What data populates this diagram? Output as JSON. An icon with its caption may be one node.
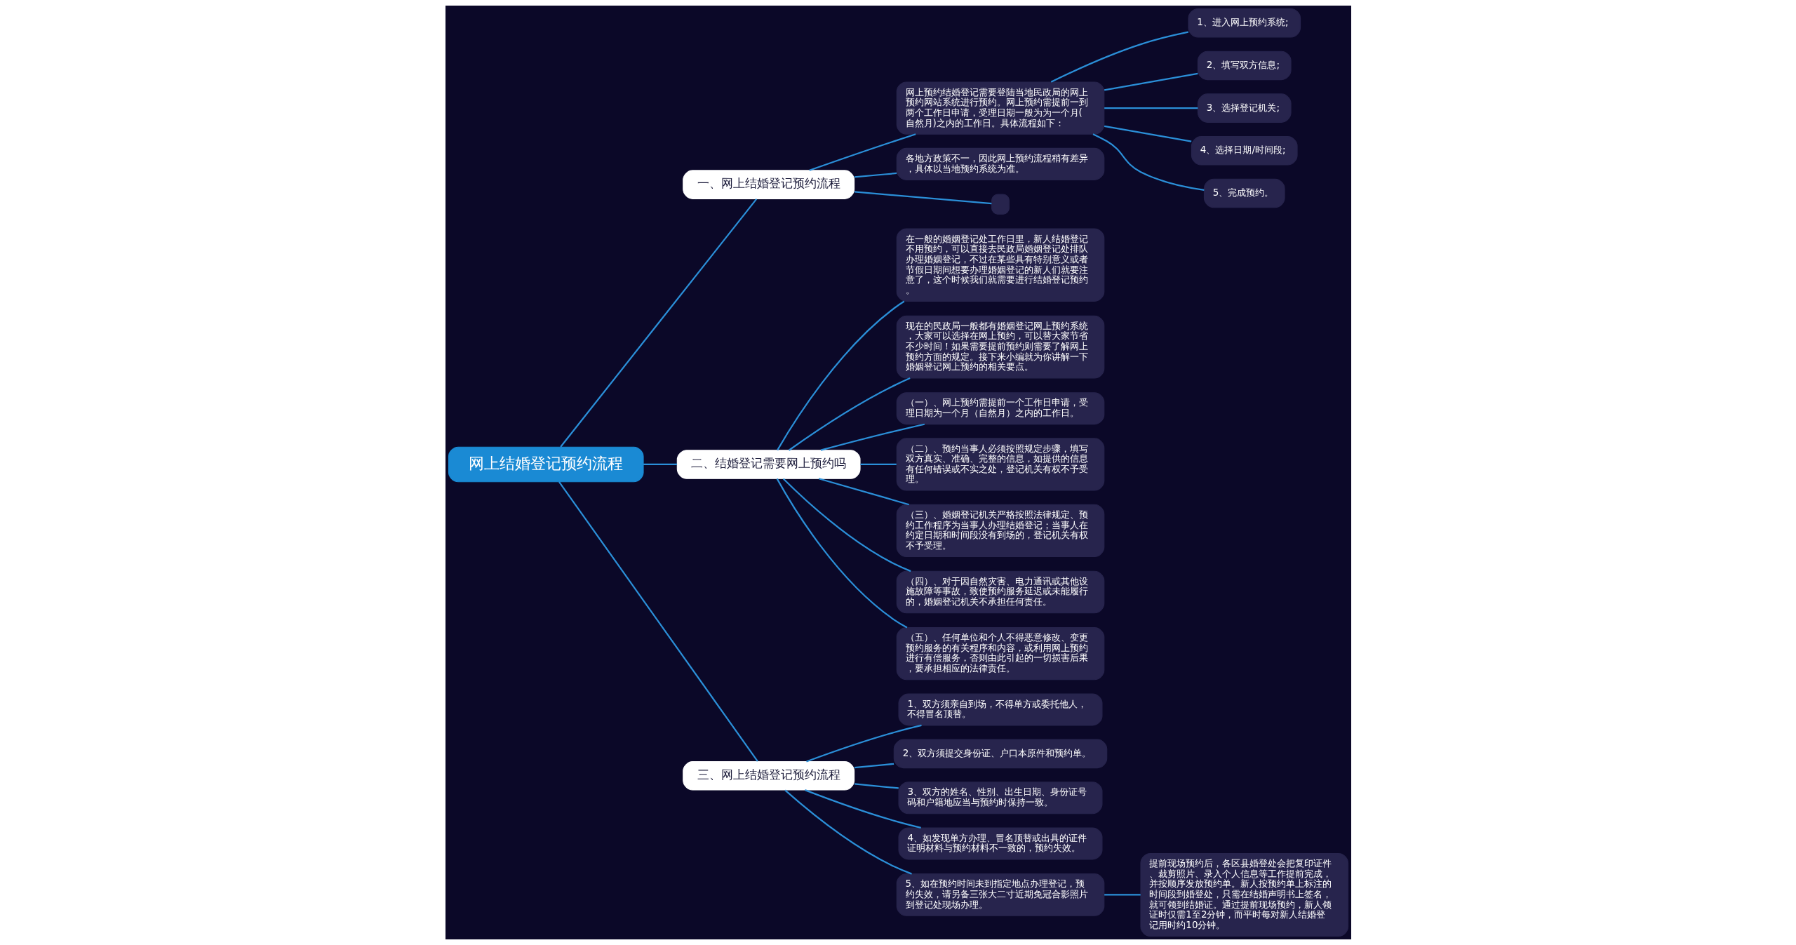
{
  "diagram": {
    "nodes": [
      {
        "text": [
          "网上结婚登记预约流程"
        ]
      },
      {
        "text": [
          "一、网上结婚登记预约流程"
        ]
      },
      {
        "text": [
          "网上预约结婚登记需要登陆当地民政局的网上预约网站系统进行预约。网上预约需提前一到两个工作日申请，受理日期一般为为一个月(自然月)之内的工作日。具体流程如下："
        ]
      },
      {
        "text": [
          "1、进入网上预约系统;"
        ]
      },
      {
        "text": [
          "2、填写双方信息;"
        ]
      },
      {
        "text": [
          "3、选择登记机关;"
        ]
      },
      {
        "text": [
          "4、选择日期/时间段;"
        ]
      },
      {
        "text": [
          "5、完成预约。"
        ]
      },
      {
        "text": [
          "各地方政策不一，因此网上预约流程稍有差异，具体以当地预约系统为准。"
        ]
      },
      {
        "text": [],
        "shape": "box"
      },
      {
        "text": [
          "二、结婚登记需要网上预约吗"
        ]
      },
      {
        "text": [
          "在一般的婚姻登记处工作日里，新人结婚登记不用预约，可以直接去民政局婚姻登记处排队办理婚姻登记，不过在某些具有特别意义或者节假日期间想要办理婚姻登记的新人们就要注意了，这个时候我们就需要进行结婚登记预约。"
        ]
      },
      {
        "text": [
          "现在的民政局一般都有婚姻登记网上预约系统，大家可以选择在网上预约，可以替大家节省不少时间！如果需要提前预约则需要了解网上预约方面的规定。接下来小编就为你讲解一下婚姻登记网上预约的相关要点。"
        ]
      },
      {
        "text": [
          "（一）、网上预约需提前一个工作日申请，受理日期为一个月（自然月）之内的工作日。"
        ]
      },
      {
        "text": [
          "（二）、预约当事人必须按照规定步骤，填写双方真实、准确、完整的信息，如提供的信息有任何错误或不实之处，登记机关有权不予受理。"
        ]
      },
      {
        "text": [
          "（三）、婚姻登记机关严格按照法律规定、预约工作程序为当事人办理结婚登记；当事人在约定日期和时间段没有到场的，登记机关有权不予受理。"
        ]
      },
      {
        "text": [
          "（四）、对于因自然灾害、电力通讯或其他设施故障等事故，致使预约服务延迟或未能履行的，婚姻登记机关不承担任何责任。"
        ]
      },
      {
        "text": [
          "（五）、任何单位和个人不得恶意修改、变更预约服务的有关程序和内容，或利用网上预约进行有偿服务，否则由此引起的一切损害后果，要承担相应的法律责任。"
        ]
      },
      {
        "text": [
          "三、网上结婚登记预约流程"
        ]
      },
      {
        "text": [
          "1、双方须亲自到场，不得单方或委托他人，不得冒名顶替。"
        ]
      },
      {
        "text": [
          "2、双方须提交身份证、户口本原件和预约单。"
        ]
      },
      {
        "text": [
          "3、双方的姓名、性别、出生日期、身份证号码和户籍地应当与预约时保持一致。"
        ]
      },
      {
        "text": [
          "4、如发现单方办理、冒名顶替或出具的证件证明材料与预约材料不一致的，预约失效。"
        ]
      },
      {
        "text": [
          "5、如在预约时间未到指定地点办理登记，预约失效，请另备三张大二寸近期免冠合影照片到登记处现场办理。"
        ]
      },
      {
        "text": [
          "提前现场预约后，各区县婚登处会把复印证件、裁剪照片、录入个人信息等工作提前完成，并按顺序发放预约单。新人按预约单上标注的时间段到婚登处，只需在结婚声明书上签名，就可领到结婚证。通过提前现场预约，新人领证时仅需1至2分钟，而平时每对新人结婚登记用时约10分钟。"
        ]
      }
    ],
    "edges": [
      {
        "from": 0,
        "to": 1,
        "arrow": "none"
      },
      {
        "from": 1,
        "to": 2,
        "arrow": "none"
      },
      {
        "from": 2,
        "to": 3,
        "arrow": "none"
      },
      {
        "from": 2,
        "to": 4,
        "arrow": "none"
      },
      {
        "from": 2,
        "to": 5,
        "arrow": "none"
      },
      {
        "from": 2,
        "to": 6,
        "arrow": "none"
      },
      {
        "from": 2,
        "to": 7,
        "arrow": "none"
      },
      {
        "from": 1,
        "to": 8,
        "arrow": "none"
      },
      {
        "from": 1,
        "to": 9,
        "arrow": "none"
      },
      {
        "from": 0,
        "to": 10,
        "arrow": "none"
      },
      {
        "from": 10,
        "to": 11,
        "arrow": "none"
      },
      {
        "from": 10,
        "to": 12,
        "arrow": "none"
      },
      {
        "from": 10,
        "to": 13,
        "arrow": "none"
      },
      {
        "from": 10,
        "to": 14,
        "arrow": "none"
      },
      {
        "from": 10,
        "to": 15,
        "arrow": "none"
      },
      {
        "from": 10,
        "to": 16,
        "arrow": "none"
      },
      {
        "from": 10,
        "to": 17,
        "arrow": "none"
      },
      {
        "from": 0,
        "to": 18,
        "arrow": "none"
      },
      {
        "from": 18,
        "to": 19,
        "arrow": "none"
      },
      {
        "from": 18,
        "to": 20,
        "arrow": "none"
      },
      {
        "from": 18,
        "to": 21,
        "arrow": "none"
      },
      {
        "from": 18,
        "to": 22,
        "arrow": "none"
      },
      {
        "from": 18,
        "to": 23,
        "arrow": "none"
      },
      {
        "from": 23,
        "to": 24,
        "arrow": "none"
      }
    ]
  }
}
